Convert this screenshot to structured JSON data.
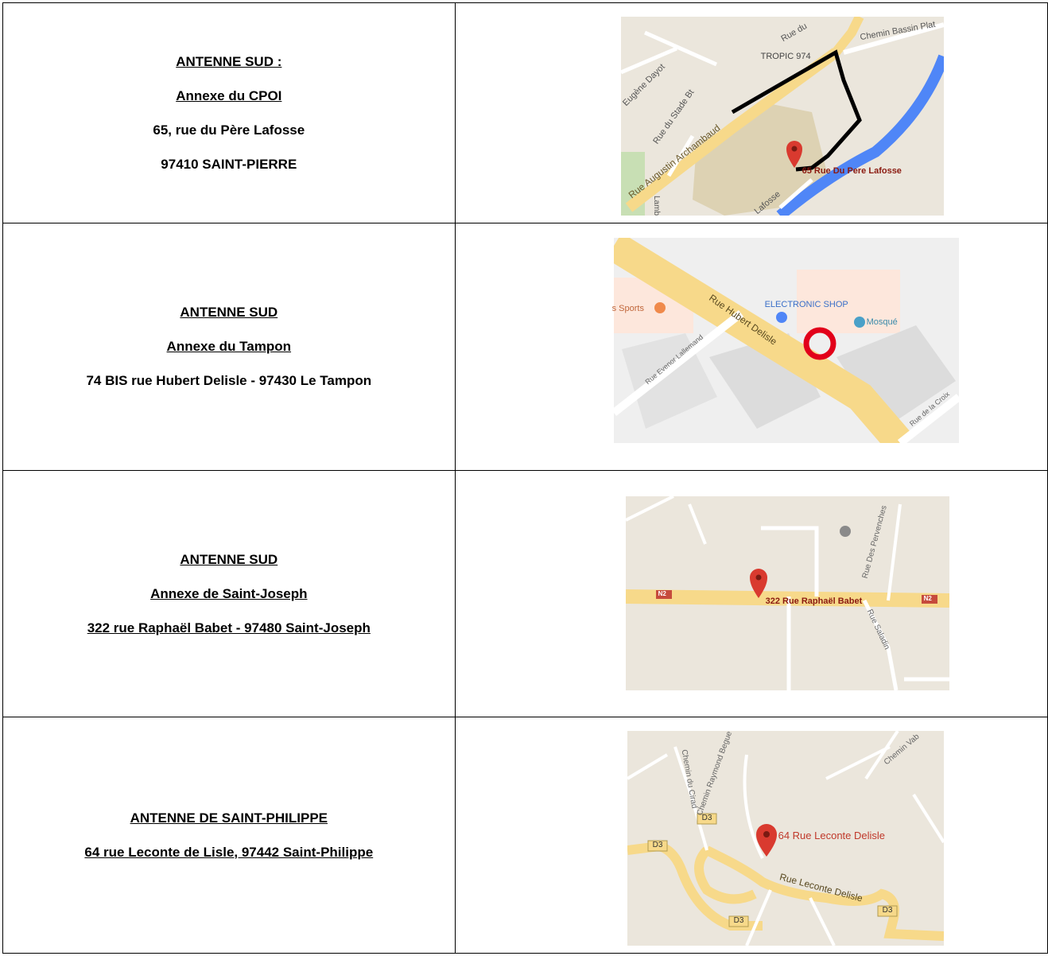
{
  "rows": [
    {
      "lines": [
        "ANTENNE SUD :",
        "Annexe du CPOI",
        "65, rue du Père Lafosse",
        "97410 SAINT-PIERRE"
      ],
      "map": {
        "streets": [
          "Rue du",
          "Chemin Bassin Plat",
          "TROPIC 974",
          "Eugène Dayot",
          "Rue du Stade Bt",
          "Rue Augustin Archambaud",
          "Lafosse",
          "Lamb"
        ],
        "pin_label": "65 Rue Du Pere Lafosse"
      }
    },
    {
      "lines": [
        "ANTENNE SUD",
        "Annexe du Tampon",
        "74 BIS rue Hubert Delisle - 97430 Le Tampon"
      ],
      "map": {
        "streets": [
          "ELECTRONIC SHOP",
          "Mosqué",
          "s Sports",
          "Rue Hubert Delisle",
          "Rue Evenor Lallemand",
          "Rue de la Croix"
        ]
      }
    },
    {
      "lines": [
        "ANTENNE SUD",
        "Annexe de Saint-Joseph",
        "322 rue Raphaël Babet - 97480 Saint-Joseph "
      ],
      "map": {
        "streets": [
          "Rue Des Pervenches",
          "Rue Saladin"
        ],
        "road_badge": "N2",
        "pin_label": "322 Rue Raphaël Babet"
      }
    },
    {
      "lines": [
        "ANTENNE DE SAINT-PHILIPPE",
        "64 rue Leconte de Lisle, 97442 Saint-Philippe "
      ],
      "map": {
        "streets": [
          "Chemin du Cirad",
          "Chemin Raymond Begue",
          "Chemin Vab",
          "Rue Leconte Delisle"
        ],
        "road_badge": "D3",
        "pin_label": "64 Rue Leconte Delisle"
      }
    }
  ],
  "colors": {
    "pin": "#d93a2f",
    "road": "#f7d98a",
    "river": "#4f86f7",
    "land": "#ebe6dc"
  }
}
